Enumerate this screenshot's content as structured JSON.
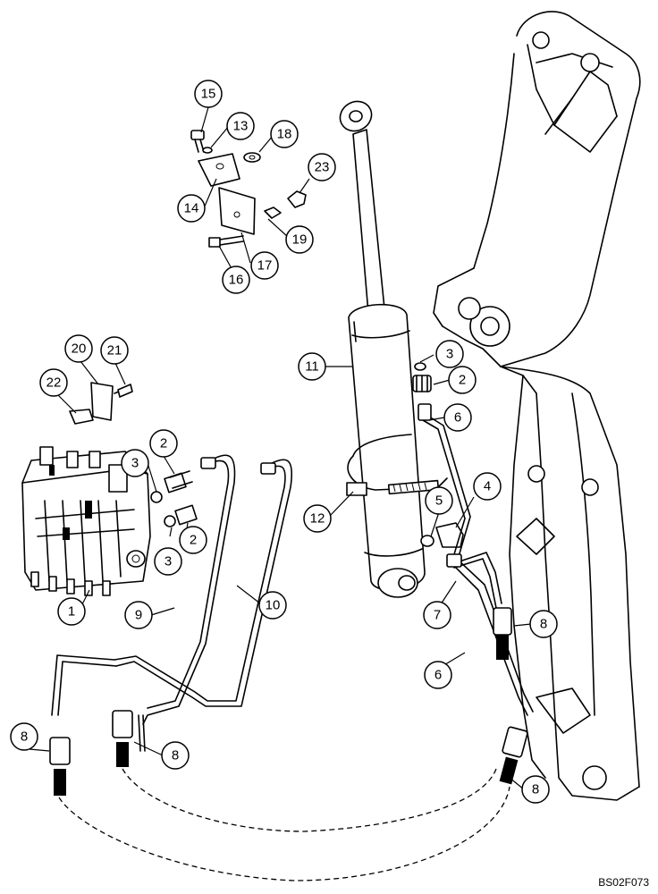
{
  "figure_code": "BS02F073",
  "callouts": [
    {
      "id": "c1",
      "label": "1"
    },
    {
      "id": "c2a",
      "label": "2"
    },
    {
      "id": "c2b",
      "label": "2"
    },
    {
      "id": "c2c",
      "label": "2"
    },
    {
      "id": "c3a",
      "label": "3"
    },
    {
      "id": "c3b",
      "label": "3"
    },
    {
      "id": "c3c",
      "label": "3"
    },
    {
      "id": "c4",
      "label": "4"
    },
    {
      "id": "c5",
      "label": "5"
    },
    {
      "id": "c6a",
      "label": "6"
    },
    {
      "id": "c6b",
      "label": "6"
    },
    {
      "id": "c7",
      "label": "7"
    },
    {
      "id": "c8a",
      "label": "8"
    },
    {
      "id": "c8b",
      "label": "8"
    },
    {
      "id": "c8c",
      "label": "8"
    },
    {
      "id": "c8d",
      "label": "8"
    },
    {
      "id": "c9",
      "label": "9"
    },
    {
      "id": "c10",
      "label": "10"
    },
    {
      "id": "c11",
      "label": "11"
    },
    {
      "id": "c12",
      "label": "12"
    },
    {
      "id": "c13",
      "label": "13"
    },
    {
      "id": "c14",
      "label": "14"
    },
    {
      "id": "c15",
      "label": "15"
    },
    {
      "id": "c16",
      "label": "16"
    },
    {
      "id": "c17",
      "label": "17"
    },
    {
      "id": "c18",
      "label": "18"
    },
    {
      "id": "c19",
      "label": "19"
    },
    {
      "id": "c20",
      "label": "20"
    },
    {
      "id": "c21",
      "label": "21"
    },
    {
      "id": "c22",
      "label": "22"
    },
    {
      "id": "c23",
      "label": "23"
    }
  ]
}
